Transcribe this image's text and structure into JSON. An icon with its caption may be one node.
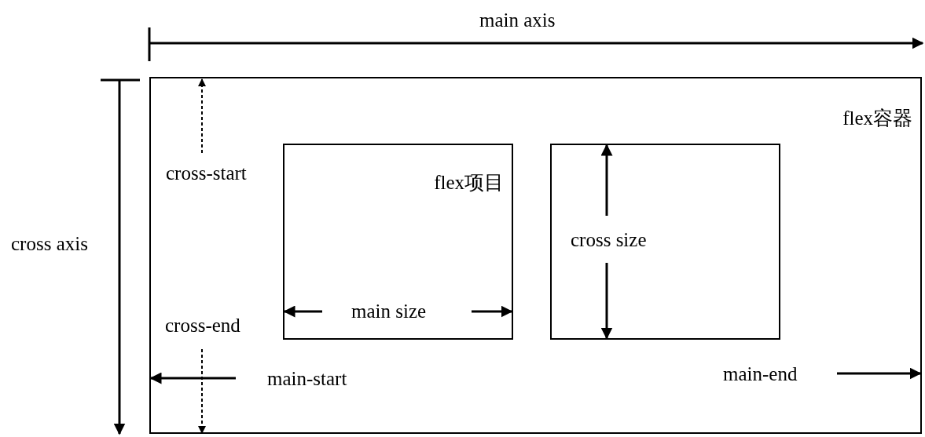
{
  "diagram": {
    "nodes": [
      {
        "text": [
          "flex容器"
        ]
      },
      {
        "text": [
          "flex项目"
        ],
        "in": 0
      },
      {
        "text": [],
        "shape": "box",
        "in": 0
      }
    ],
    "labels": [
      "main axis",
      "cross axis",
      "cross-start",
      "cross size",
      "cross-end",
      "main size",
      "main-start",
      "main-end"
    ]
  }
}
